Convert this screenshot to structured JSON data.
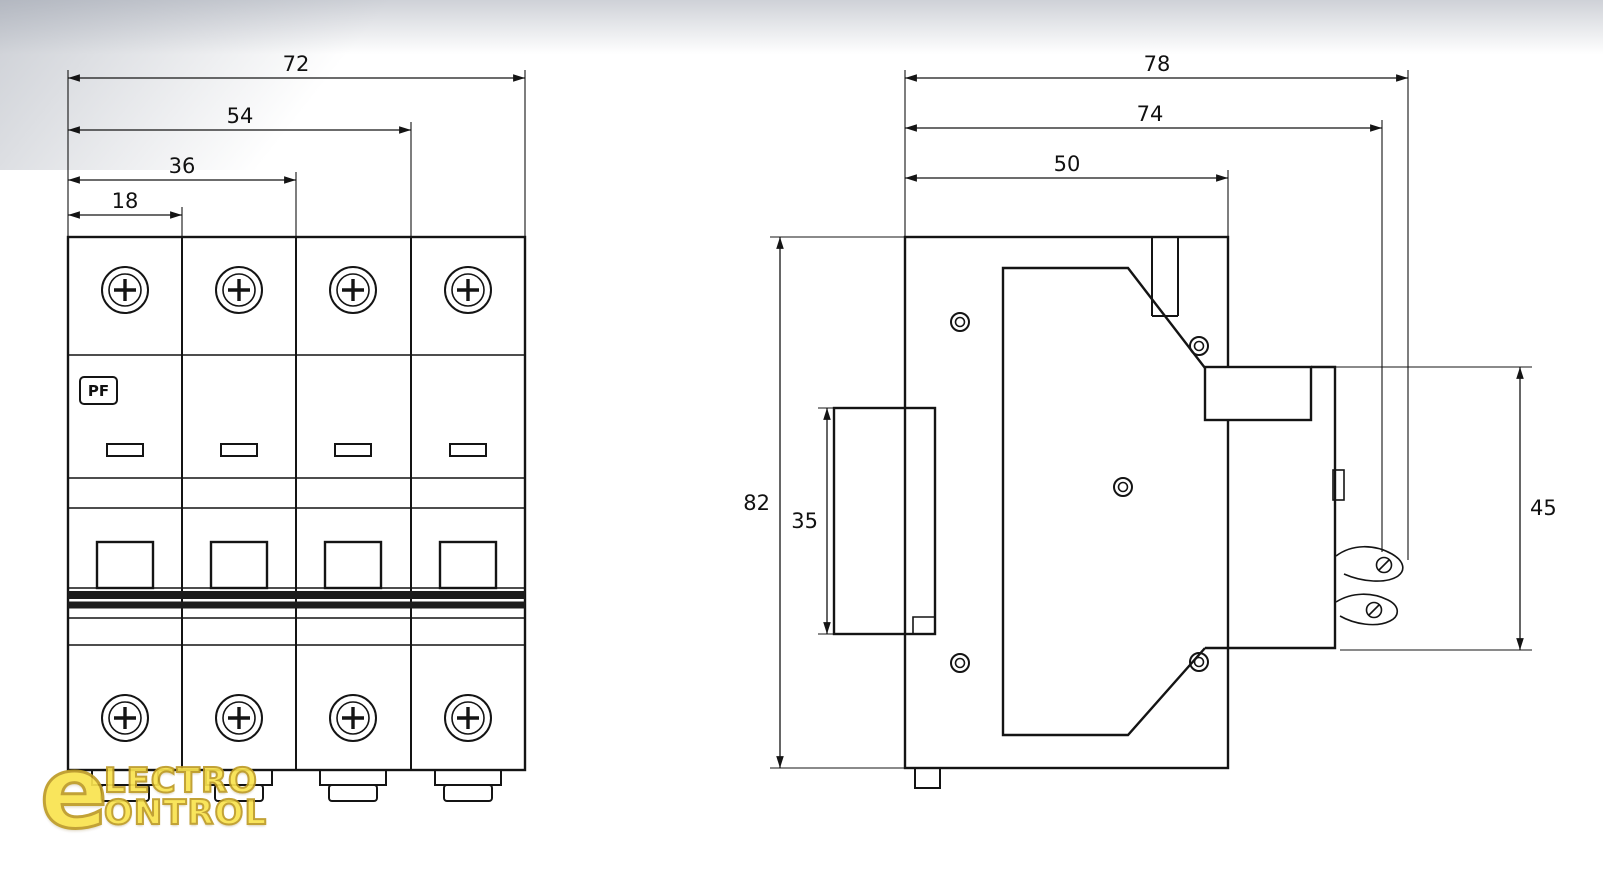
{
  "drawing": {
    "line_color": "#141414",
    "background_color": "#ffffff",
    "description": "circuit-breaker-dimension-drawing"
  },
  "front_view": {
    "dim_72": "72",
    "dim_54": "54",
    "dim_36": "36",
    "dim_18": "18",
    "pf_label": "PF"
  },
  "side_view": {
    "dim_78": "78",
    "dim_74": "74",
    "dim_50": "50",
    "dim_82": "82",
    "dim_35": "35",
    "dim_45": "45"
  },
  "watermark": {
    "big_letter": "e",
    "line1": "LECTRO",
    "line2": "ONTROL",
    "fill_color": "#f9e34f",
    "outline_color": "#bd9b26"
  }
}
